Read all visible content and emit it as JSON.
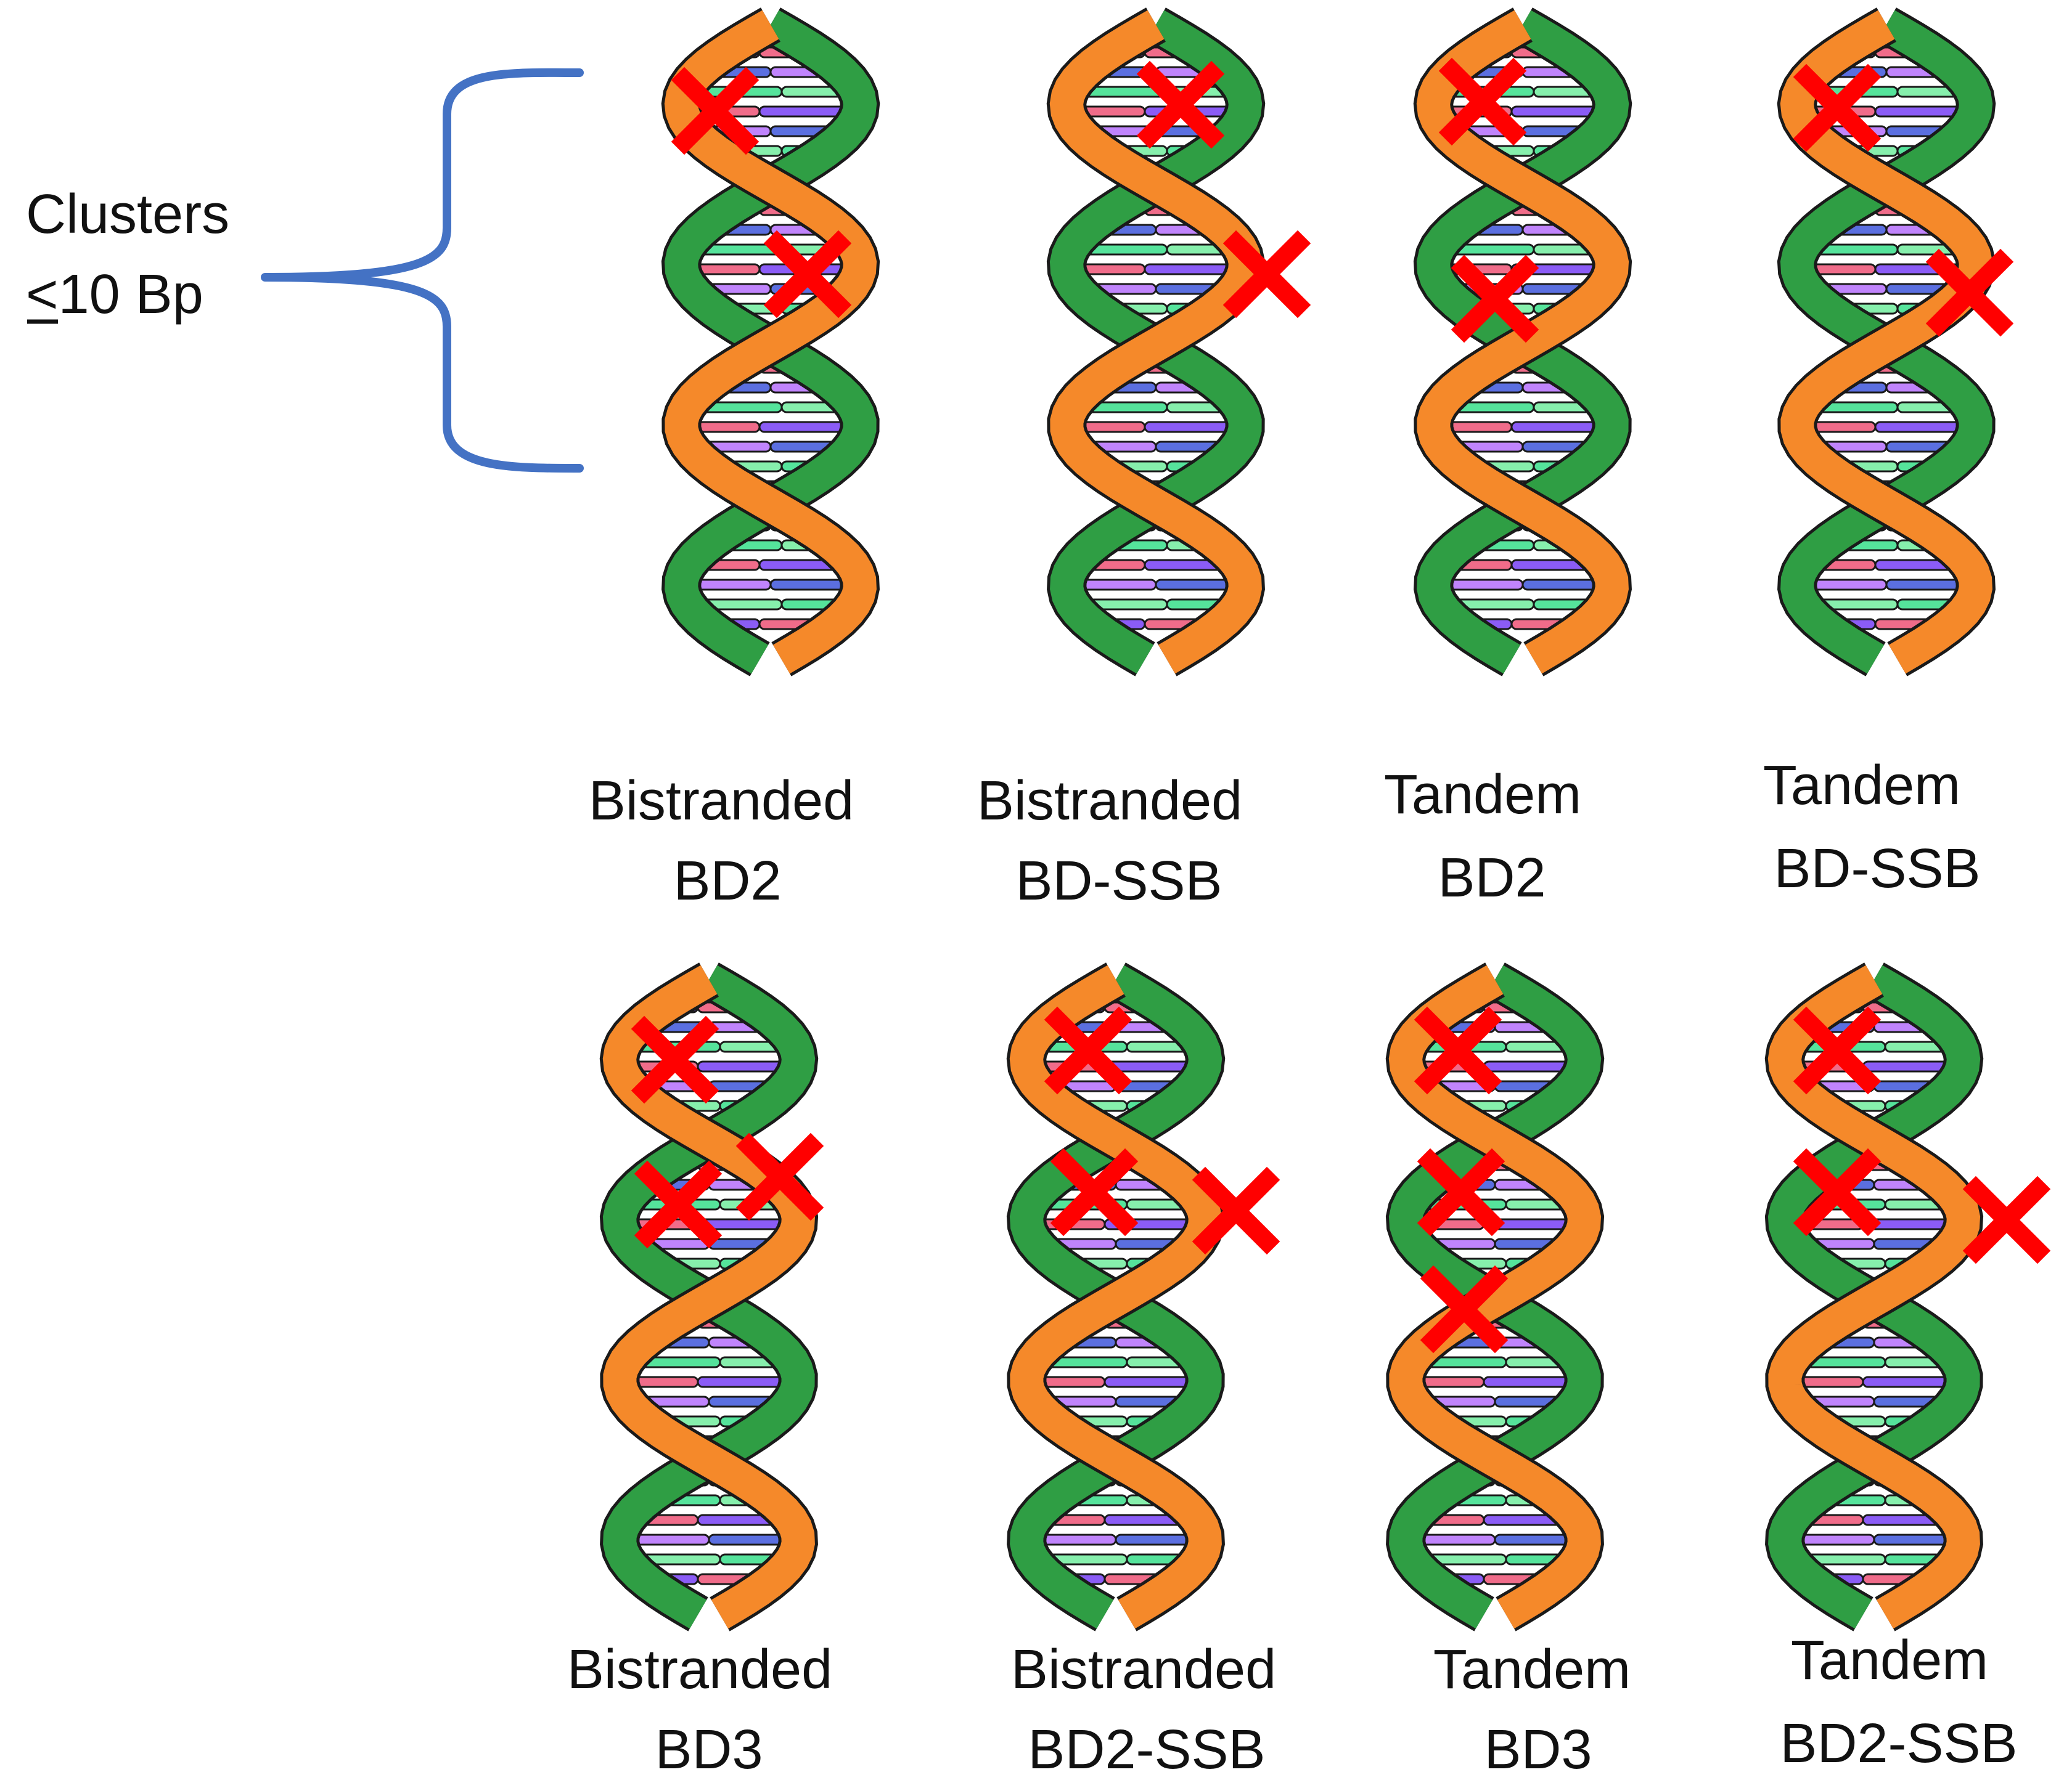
{
  "bracket": {
    "line1": "Clusters",
    "le_symbol": "<",
    "line2_rest": "10 Bp",
    "color": "#4472C4"
  },
  "colors": {
    "strand_a": "#2F9E44",
    "strand_b": "#F5892A",
    "outline": "#1a1a1a",
    "damage_mark": "#FF0000",
    "base_colors": [
      "#8B5CF6",
      "#5B6FE0",
      "#55E39B",
      "#F06C8A",
      "#C084FC",
      "#86EFAC"
    ]
  },
  "panels": [
    {
      "id": "bistranded-bd2",
      "line1": "Bistranded",
      "line2": "BD2",
      "damage_count": 2
    },
    {
      "id": "bistranded-bd-ssb",
      "line1": "Bistranded",
      "line2": "BD-SSB",
      "damage_count": 2
    },
    {
      "id": "tandem-bd2",
      "line1": "Tandem",
      "line2": "BD2",
      "damage_count": 2
    },
    {
      "id": "tandem-bd-ssb",
      "line1": "Tandem",
      "line2": "BD-SSB",
      "damage_count": 2
    },
    {
      "id": "bistranded-bd3",
      "line1": "Bistranded",
      "line2": "BD3",
      "damage_count": 3
    },
    {
      "id": "bistranded-bd2-ssb",
      "line1": "Bistranded",
      "line2": "BD2-SSB",
      "damage_count": 3
    },
    {
      "id": "tandem-bd3",
      "line1": "Tandem",
      "line2": "BD3",
      "damage_count": 3
    },
    {
      "id": "tandem-bd2-ssb",
      "line1": "Tandem",
      "line2": "BD2-SSB",
      "damage_count": 3
    }
  ]
}
